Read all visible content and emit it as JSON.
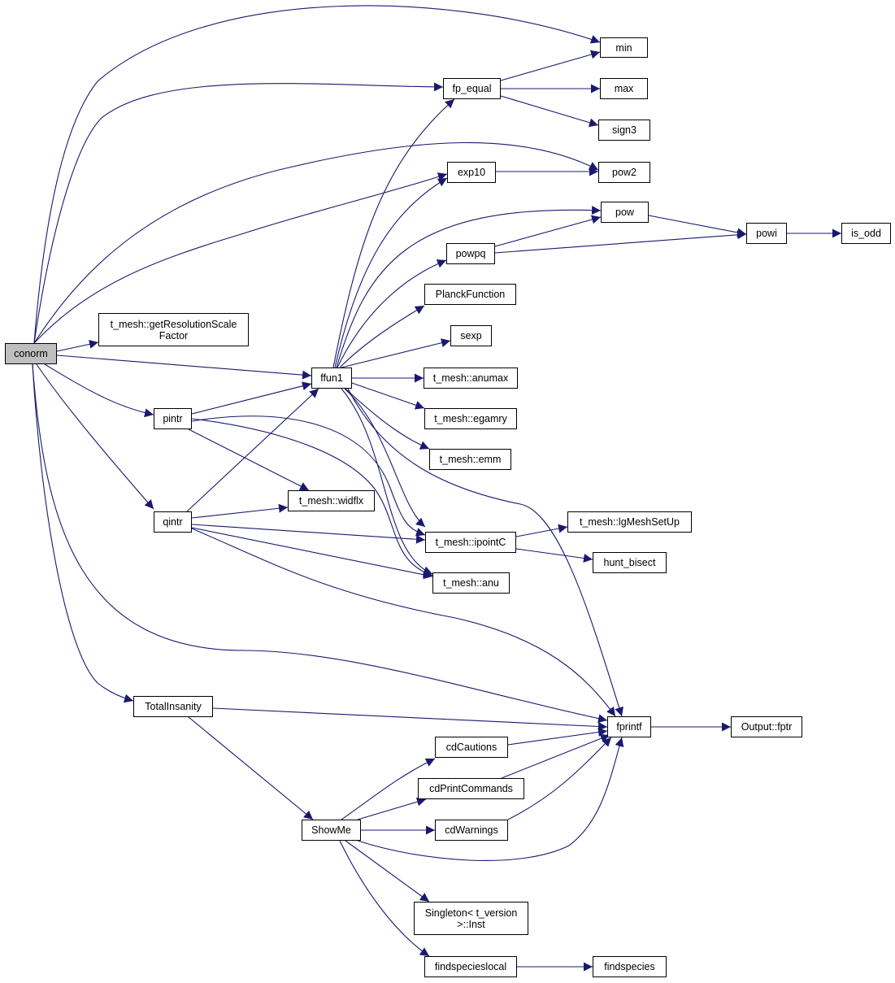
{
  "graph": {
    "root": "conorm",
    "nodes": {
      "conorm": "conorm",
      "min": "min",
      "fp_equal": "fp_equal",
      "max": "max",
      "sign3": "sign3",
      "exp10": "exp10",
      "pow2": "pow2",
      "pow": "pow",
      "powi": "powi",
      "is_odd": "is_odd",
      "powpq": "powpq",
      "PlanckFunction": "PlanckFunction",
      "sexp": "sexp",
      "getResolutionScaleFactor": "t_mesh::getResolutionScale\nFactor",
      "ffun1": "ffun1",
      "anumax": "t_mesh::anumax",
      "egamry": "t_mesh::egamry",
      "emm": "t_mesh::emm",
      "pintr": "pintr",
      "widflx": "t_mesh::widflx",
      "qintr": "qintr",
      "ipointC": "t_mesh::ipointC",
      "lgMeshSetUp": "t_mesh::lgMeshSetUp",
      "hunt_bisect": "hunt_bisect",
      "anu": "t_mesh::anu",
      "TotalInsanity": "TotalInsanity",
      "fprintf": "fprintf",
      "Output_fptr": "Output::fptr",
      "cdCautions": "cdCautions",
      "cdPrintCommands": "cdPrintCommands",
      "ShowMe": "ShowMe",
      "cdWarnings": "cdWarnings",
      "Singleton_Inst": "Singleton< t_version\n>::Inst",
      "findspecieslocal": "findspecieslocal",
      "findspecies": "findspecies"
    },
    "colors": {
      "edge": "#191970",
      "root_fill": "#bfbfbf",
      "node_fill": "#ffffff",
      "border": "#000000"
    }
  }
}
